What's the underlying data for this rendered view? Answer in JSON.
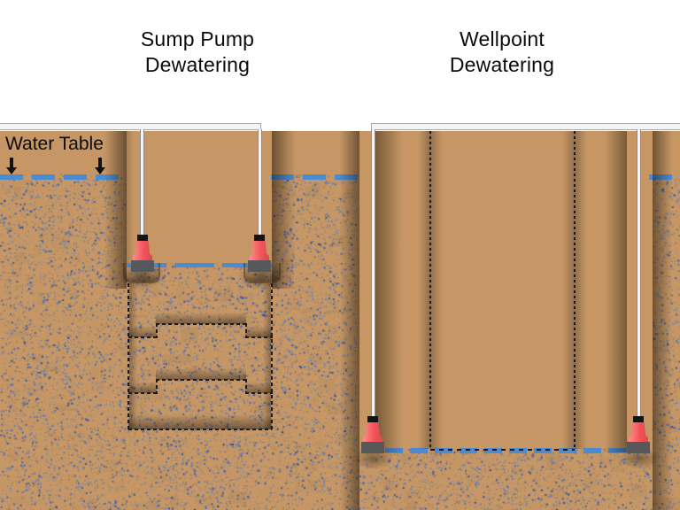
{
  "titles": {
    "sump": "Sump Pump\nDewatering",
    "wellpoint": "Wellpoint\nDewatering"
  },
  "labels": {
    "water_table": "Water Table"
  },
  "colors": {
    "sky": "#ffffff",
    "soil": "#c69765",
    "water": "#4a8bd3",
    "speckle_blue": "#3464c2",
    "pumpred": "#f2555a",
    "pumpgray": "#57585a",
    "pipe": "#f4f4f4",
    "pipeline": "#a8a8a8",
    "line": "#1a1a1a"
  }
}
